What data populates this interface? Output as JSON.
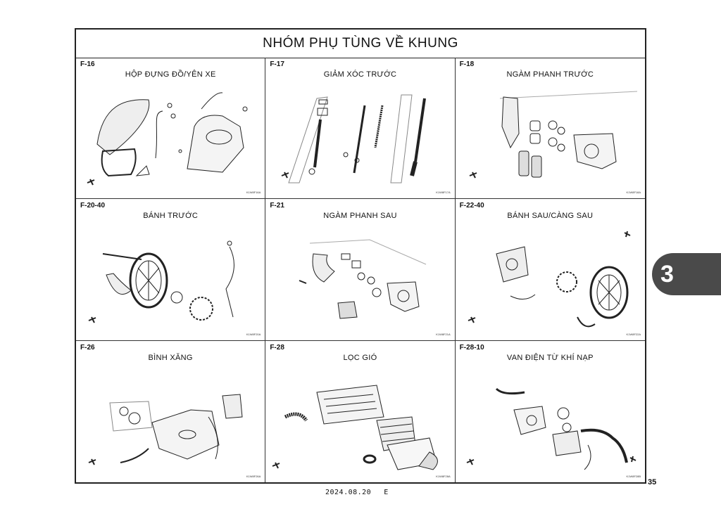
{
  "title": "NHÓM PHỤ TÙNG VỀ KHUNG",
  "panels": [
    {
      "code": "F-16",
      "name": "HỘP ĐỰNG ĐỒ/YÊN XE",
      "fig_id": "K1W8F16A"
    },
    {
      "code": "F-17",
      "name": "GIẢM XÓC TRƯỚC",
      "fig_id": "K1W8F17A"
    },
    {
      "code": "F-18",
      "name": "NGÀM PHANH TRƯỚC",
      "fig_id": "K1W8F18A"
    },
    {
      "code": "F-20-40",
      "name": "BÁNH TRƯỚC",
      "fig_id": "K1W8F20A"
    },
    {
      "code": "F-21",
      "name": "NGÀM PHANH SAU",
      "fig_id": "K1W8F21A"
    },
    {
      "code": "F-22-40",
      "name": "BÁNH SAU/CÀNG SAU",
      "fig_id": "K1W8F22A"
    },
    {
      "code": "F-26",
      "name": "BÌNH XĂNG",
      "fig_id": "K1W8F26A"
    },
    {
      "code": "F-28",
      "name": "LỌC GIÓ",
      "fig_id": "K1W8F28A"
    },
    {
      "code": "F-28-10",
      "name": "VAN ĐIỆN TỪ KHÍ NẠP",
      "fig_id": "K1W8F28B"
    }
  ],
  "section_tab": "3",
  "page_number": "35",
  "footer": {
    "date": "2024.08.20",
    "edition": "E"
  }
}
